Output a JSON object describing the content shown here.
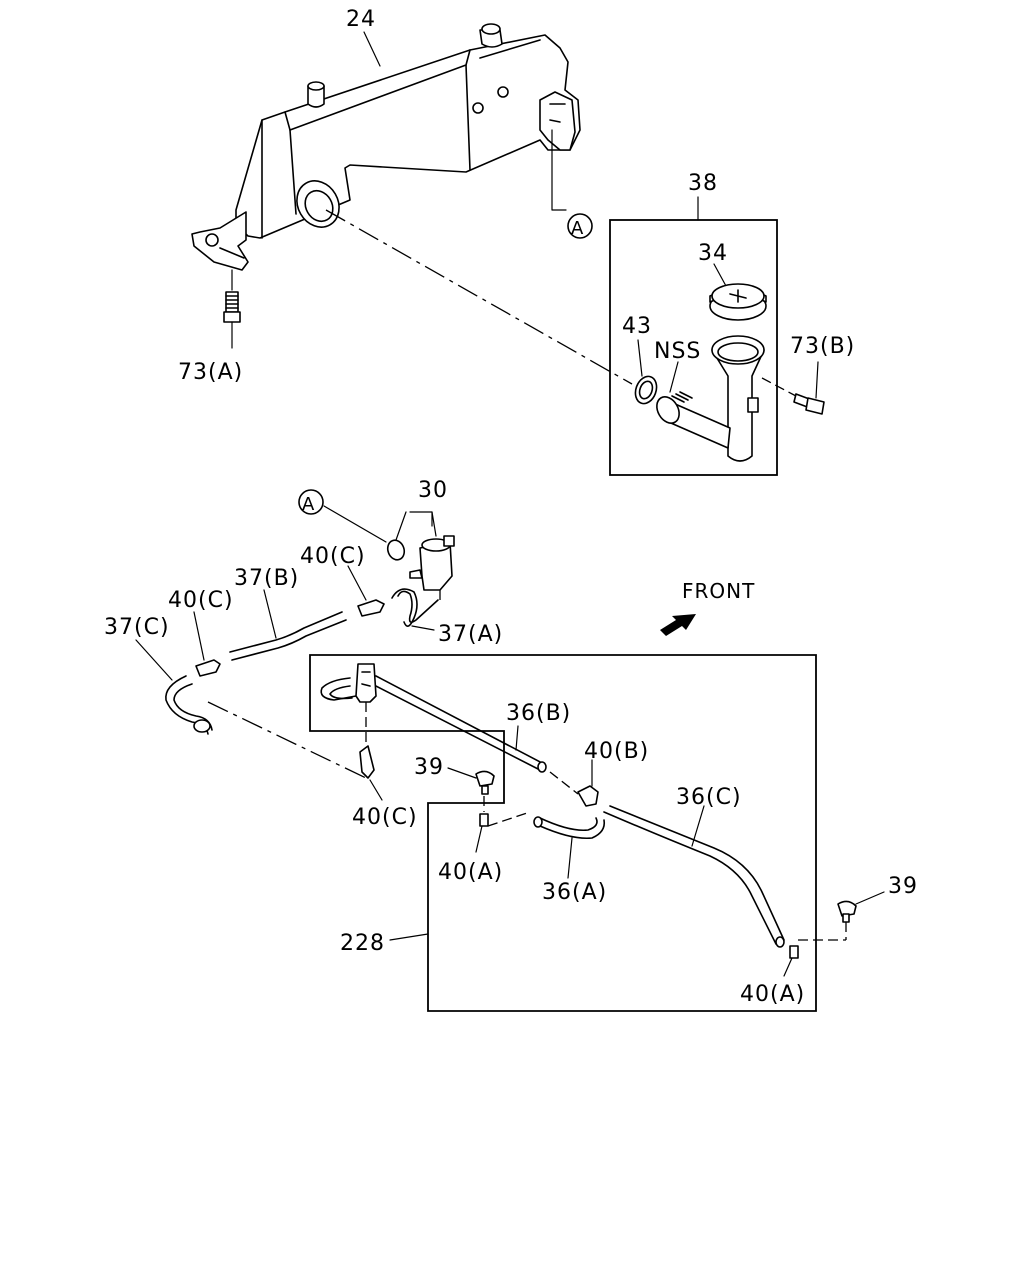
{
  "labels": {
    "p24": "24",
    "p38": "38",
    "p34": "34",
    "p43": "43",
    "nss": "NSS",
    "p73b": "73(B)",
    "p73a": "73(A)",
    "callout_a_top": "A",
    "callout_a_mid": "A",
    "p30": "30",
    "p40c_top": "40(C)",
    "p37b": "37(B)",
    "p40c_left": "40(C)",
    "p37c": "37(C)",
    "p37a": "37(A)",
    "front": "FRONT",
    "p36b": "36(B)",
    "p40b": "40(B)",
    "p36c": "36(C)",
    "p39_mid": "39",
    "p40c_bottom": "40(C)",
    "p40a_mid": "40(A)",
    "p36a": "36(A)",
    "p39_right": "39",
    "p228": "228",
    "p40a_right": "40(A)"
  }
}
